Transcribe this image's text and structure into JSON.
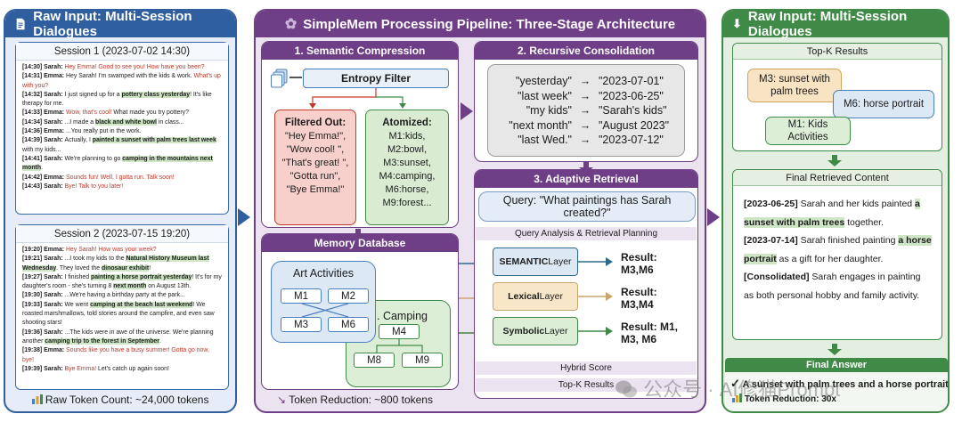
{
  "left": {
    "title": "Raw Input: Multi-Session Dialogues",
    "session1": {
      "title": "Session 1 (2023-07-02 14:30)",
      "lines": [
        {
          "parts": [
            {
              "t": "[14:30] Sarah: ",
              "s": "t"
            },
            {
              "t": "Hey Emma! Good to see you! How have you been?",
              "s": "red"
            }
          ]
        },
        {
          "parts": [
            {
              "t": "[14:31] Emma: ",
              "s": "t"
            },
            {
              "t": "Hey Sarah! I'm swamped with the kids & work. ",
              "s": ""
            },
            {
              "t": "What's up with you?",
              "s": "red"
            }
          ]
        },
        {
          "parts": [
            {
              "t": "[14:32] Sarah: ",
              "s": "t"
            },
            {
              "t": "I just signed up for a ",
              "s": ""
            },
            {
              "t": "pottery class yesterday",
              "s": "hl"
            },
            {
              "t": "! It's like therapy for me.",
              "s": ""
            }
          ]
        },
        {
          "parts": [
            {
              "t": "[14:33] Emma: ",
              "s": "t"
            },
            {
              "t": "Wow, that's cool!",
              "s": "red"
            },
            {
              "t": " What made you try pottery?",
              "s": ""
            }
          ]
        },
        {
          "parts": [
            {
              "t": "[14:34] Sarah: ",
              "s": "t"
            },
            {
              "t": "...I made a ",
              "s": ""
            },
            {
              "t": "black and white bowl",
              "s": "hl"
            },
            {
              "t": " in class...",
              "s": ""
            }
          ]
        },
        {
          "parts": [
            {
              "t": "[14:36] Emma: ",
              "s": "t"
            },
            {
              "t": "...You really put in the work.",
              "s": ""
            }
          ]
        },
        {
          "parts": [
            {
              "t": "[14:39] Sarah: ",
              "s": "t"
            },
            {
              "t": "Actually, I ",
              "s": ""
            },
            {
              "t": "painted a sunset with palm trees last week",
              "s": "hl"
            },
            {
              "t": " with my kids...",
              "s": ""
            }
          ]
        },
        {
          "parts": [
            {
              "t": "[14:41] Sarah: ",
              "s": "t"
            },
            {
              "t": "We're planning to go ",
              "s": ""
            },
            {
              "t": "camping in the mountains next month",
              "s": "hl"
            },
            {
              "t": ".",
              "s": ""
            }
          ]
        },
        {
          "parts": [
            {
              "t": "[14:42] Emma: ",
              "s": "t"
            },
            {
              "t": "Sounds fun! Well, I gotta run. Talk soon!",
              "s": "red"
            }
          ]
        },
        {
          "parts": [
            {
              "t": "[14:43] Sarah: ",
              "s": "t"
            },
            {
              "t": "Bye! Talk to you later!",
              "s": "red"
            }
          ]
        }
      ]
    },
    "session2": {
      "title": "Session 2 (2023-07-15 19:20)",
      "lines": [
        {
          "parts": [
            {
              "t": "[19:20] Emma: ",
              "s": "t"
            },
            {
              "t": "Hey Sarah! How was your week?",
              "s": "red"
            }
          ]
        },
        {
          "parts": [
            {
              "t": "[19:21] Sarah: ",
              "s": "t"
            },
            {
              "t": "...I took my kids to the ",
              "s": ""
            },
            {
              "t": "Natural History Museum last Wednesday",
              "s": "hl"
            },
            {
              "t": ". They loved the ",
              "s": ""
            },
            {
              "t": "dinosaur exhibit",
              "s": "hl"
            },
            {
              "t": "!",
              "s": ""
            }
          ]
        },
        {
          "parts": [
            {
              "t": "[19:27] Sarah: ",
              "s": "t"
            },
            {
              "t": "I finished ",
              "s": ""
            },
            {
              "t": "painting a horse portrait yesterday",
              "s": "hl"
            },
            {
              "t": "! It's for my daughter's room - she's turning 8 ",
              "s": ""
            },
            {
              "t": "next month",
              "s": "hl"
            },
            {
              "t": " on August 13th.",
              "s": ""
            }
          ]
        },
        {
          "parts": [
            {
              "t": "[19:30] Sarah: ",
              "s": "t"
            },
            {
              "t": "...We're having a birthday party at the park...",
              "s": ""
            }
          ]
        },
        {
          "parts": [
            {
              "t": "[19:33] Sarah: ",
              "s": "t"
            },
            {
              "t": "We went ",
              "s": ""
            },
            {
              "t": "camping at the beach last weekend",
              "s": "hl"
            },
            {
              "t": "! We roasted marshmallows, told stories around the campfire, and even saw shooting stars!",
              "s": ""
            }
          ]
        },
        {
          "parts": [
            {
              "t": "[19:36] Sarah: ",
              "s": "t"
            },
            {
              "t": "...The kids were in awe of the universe. We're planning another ",
              "s": ""
            },
            {
              "t": "camping trip to the forest in September",
              "s": "hl"
            },
            {
              "t": ".",
              "s": ""
            }
          ]
        },
        {
          "parts": [
            {
              "t": "[19:38] Emma: ",
              "s": "t"
            },
            {
              "t": "Sounds like you have a busy summer! Gotta go now, bye!",
              "s": "red"
            }
          ]
        },
        {
          "parts": [
            {
              "t": "[19:39] Sarah: ",
              "s": "t"
            },
            {
              "t": "Bye Emma!",
              "s": "red"
            },
            {
              "t": " Let's catch up again soon!",
              "s": ""
            }
          ]
        }
      ]
    },
    "token_count": "Raw Token Count: ~24,000 tokens"
  },
  "mid": {
    "title": "SimpleMem Processing Pipeline: Three-Stage Architecture",
    "compression": {
      "title": "1. Semantic Compression",
      "entropy_filter": "Entropy Filter",
      "filtered_title": "Filtered Out:",
      "filtered_items": [
        "\"Hey Emma!\",",
        "\"Wow cool! \",",
        "\"That's great! \",",
        "\"Gotta run\",",
        "\"Bye Emma!\""
      ],
      "atomized_title": "Atomized:",
      "atomized_items": [
        "M1:kids,",
        "M2:bowl,",
        "M3:sunset,",
        "M4:camping,",
        "M6:horse,",
        "M9:forest..."
      ]
    },
    "consolidation": {
      "title": "2. Recursive Consolidation",
      "rows": [
        {
          "from": "\"yesterday\"",
          "to": "\"2023-07-01\""
        },
        {
          "from": "\"last week\"",
          "to": "\"2023-06-25\""
        },
        {
          "from": "\"my kids\"",
          "to": "\"Sarah's kids\""
        },
        {
          "from": "\"next month\"",
          "to": "\"August 2023\""
        },
        {
          "from": "\"last Wed.\"",
          "to": "\"2023-07-12\""
        }
      ]
    },
    "memory_db": {
      "title": "Memory Database",
      "art_title": "Art Activities",
      "art_nodes": [
        "M1",
        "M2",
        "M3",
        "M6"
      ],
      "camping_title": ". Camping",
      "camping_nodes": [
        "M4",
        "M8",
        "M9"
      ]
    },
    "retrieval": {
      "title": "3. Adaptive Retrieval",
      "query": "Query: \"What paintings has Sarah created?\"",
      "planning": "Query Analysis & Retrieval Planning",
      "layers": [
        {
          "name": "SEMANTIC",
          "suffix": " Layer",
          "result_label": "Result:",
          "result": "M3,M6"
        },
        {
          "name": "Lexical",
          "suffix": " Layer",
          "result_label": "Result:",
          "result": "M3,M4"
        },
        {
          "name": "Symbolic",
          "suffix": " Layer",
          "result_label": "Result: M1,",
          "result": "M3, M6"
        }
      ],
      "hybrid_score": "Hybrid Score",
      "topk": "Top-K Results"
    },
    "token_reduction": "Token Reduction: ~800 tokens"
  },
  "right": {
    "title": "Raw Input: Multi-Session Dialogues",
    "topk": {
      "title": "Top-K Results",
      "m3": "M3: sunset with palm trees",
      "m6": "M6: horse portrait",
      "m1": "M1: Kids Activities"
    },
    "final": {
      "title": "Final Retrieved Content",
      "entries": [
        {
          "parts": [
            {
              "t": "[2023-06-25]",
              "s": "b"
            },
            {
              "t": " Sarah and her kids painted ",
              "s": ""
            },
            {
              "t": "a sunset with palm trees",
              "s": "hl"
            },
            {
              "t": " together.",
              "s": ""
            }
          ]
        },
        {
          "parts": [
            {
              "t": "[2023-07-14]",
              "s": "b"
            },
            {
              "t": " Sarah finished painting ",
              "s": ""
            },
            {
              "t": "a horse portrait",
              "s": "hl"
            },
            {
              "t": " as a gift for her daughter.",
              "s": ""
            }
          ]
        },
        {
          "parts": [
            {
              "t": "[Consolidated]",
              "s": "b"
            },
            {
              "t": " Sarah engages in painting as both personal hobby and family activity.",
              "s": ""
            }
          ]
        }
      ]
    },
    "answer": {
      "title": "Final Answer",
      "text": "A sunset with palm trees and a horse portrait",
      "reduction": "Token Reduction: 30x"
    }
  },
  "watermark": "公众号 · AI修猫Prompt",
  "colors": {
    "blue": "#2f5f9e",
    "purple": "#6e3f86",
    "green": "#3f8a46",
    "highlight": "#cfe6c6",
    "red_text": "#c0392b"
  }
}
